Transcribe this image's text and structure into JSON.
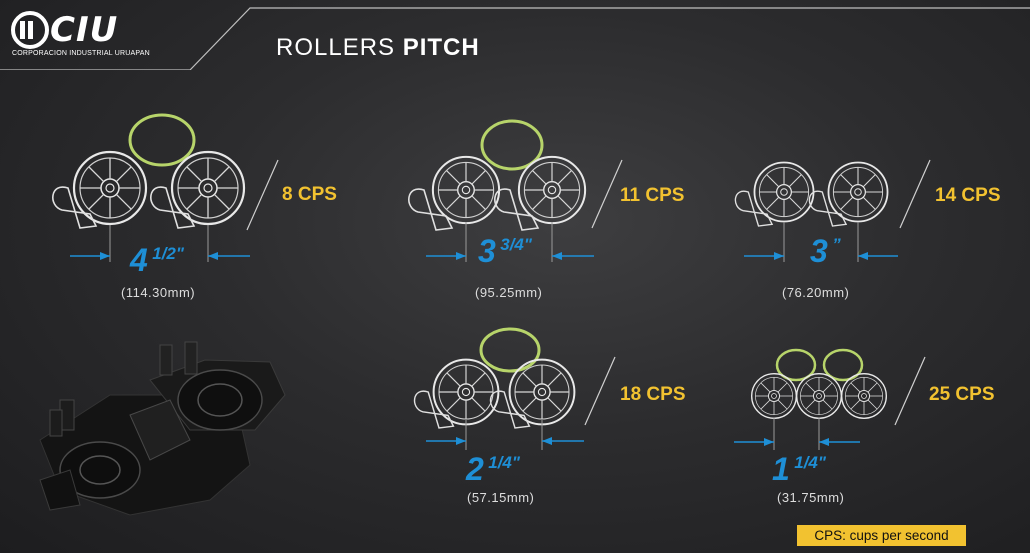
{
  "brand": {
    "name": "CIU",
    "tagline": "CORPORACION INDUSTRIAL URUAPAN"
  },
  "title": {
    "regular": "ROLLERS",
    "bold": "PITCH"
  },
  "items": [
    {
      "cps_value": "8",
      "cps_unit": "CPS",
      "pitch_whole": "4",
      "pitch_fraction": "1/2\"",
      "metric": "(114.30mm)"
    },
    {
      "cps_value": "11",
      "cps_unit": "CPS",
      "pitch_whole": "3",
      "pitch_fraction": "3/4\"",
      "metric": "(95.25mm)"
    },
    {
      "cps_value": "14",
      "cps_unit": "CPS",
      "pitch_whole": "3",
      "pitch_fraction": "”",
      "metric": "(76.20mm)"
    },
    {
      "cps_value": "18",
      "cps_unit": "CPS",
      "pitch_whole": "2",
      "pitch_fraction": "1/4\"",
      "metric": "(57.15mm)"
    },
    {
      "cps_value": "25",
      "cps_unit": "CPS",
      "pitch_whole": "1",
      "pitch_fraction": "1/4\"",
      "metric": "(31.75mm)"
    }
  ],
  "legend": "CPS: cups per second",
  "colors": {
    "accent_yellow": "#f2c230",
    "pitch_blue": "#1e8fd6",
    "ring_green": "#b7d46a"
  }
}
